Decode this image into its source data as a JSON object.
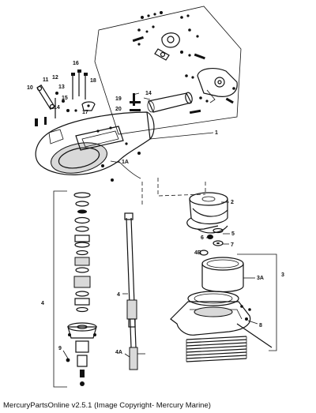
{
  "caption": "MercuryPartsOnline v2.5.1 (Image Copyright- Mercury Marine)",
  "callouts": {
    "c1": "1",
    "c1A": "1A",
    "c2": "2",
    "c3": "3",
    "c3A": "3A",
    "c4": "4",
    "c4b": "4",
    "c4A": "4A",
    "c4B": "4B",
    "c5": "5",
    "c6": "6",
    "c7": "7",
    "c8": "8",
    "c9": "9",
    "c10": "10",
    "c11": "11",
    "c12": "12",
    "c13": "13",
    "c14": "14",
    "c14b": "14",
    "c15": "15",
    "c16": "16",
    "c17": "17",
    "c18": "18",
    "c19": "19",
    "c20": "20"
  }
}
